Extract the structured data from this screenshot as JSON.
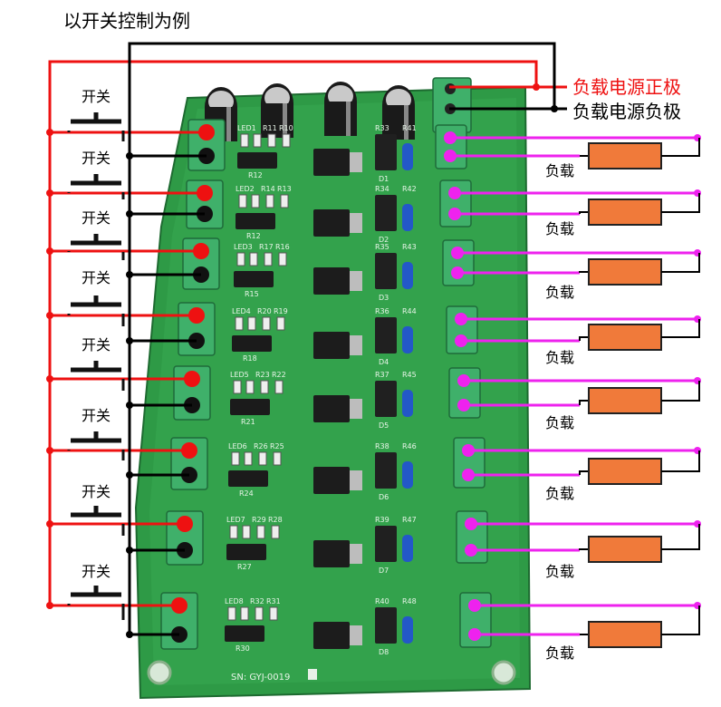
{
  "title": "以开关控制为例",
  "labels": {
    "pos": "负载电源正极",
    "neg": "负载电源负极",
    "switch": "开关",
    "load": "负载"
  },
  "board_text": {
    "sn": "SN: GYJ-0019",
    "led": [
      "LED1",
      "LED2",
      "LED3",
      "LED4",
      "LED5",
      "LED6",
      "LED7",
      "LED8"
    ],
    "rpairs": [
      [
        "R11",
        "R10"
      ],
      [
        "R14",
        "R13"
      ],
      [
        "R17",
        "R16"
      ],
      [
        "R20",
        "R19"
      ],
      [
        "R23",
        "R22"
      ],
      [
        "R26",
        "R25"
      ],
      [
        "R29",
        "R28"
      ],
      [
        "R32",
        "R31"
      ]
    ],
    "rsingle": [
      "R12",
      "R12",
      "R15",
      "R18",
      "R21",
      "R24",
      "R27",
      "R30"
    ],
    "rright": [
      "R33",
      "R34",
      "R35",
      "R36",
      "R37",
      "R38",
      "R39",
      "R40"
    ],
    "rright2": [
      "R41",
      "R42",
      "R43",
      "R44",
      "R45",
      "R46",
      "R47",
      "R48"
    ],
    "diodes": [
      "D1",
      "D2",
      "D3",
      "D4",
      "D5",
      "D6",
      "D7",
      "D8"
    ]
  },
  "colors": {
    "red_wire": "#ee1111",
    "black_wire": "#000000",
    "magenta_wire": "#ee22ee",
    "load_fill": "#f07a3a",
    "pcb": "#2e9a46",
    "terminal": "#3fb06a"
  }
}
